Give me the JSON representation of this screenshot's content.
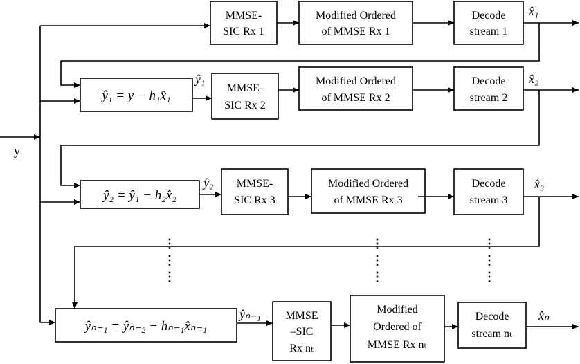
{
  "input_label": "y",
  "rows": [
    {
      "subtract_eq": "",
      "sic_lines": [
        "MMSE-",
        "SIC Rx 1"
      ],
      "order_lines": [
        "Modified Ordered",
        "of MMSE Rx 1"
      ],
      "decode_lines": [
        "Decode",
        "stream 1"
      ],
      "out_label": "x̂₁",
      "y_label": ""
    },
    {
      "subtract_eq": "ŷ₁ = y − h₁x̂₁",
      "sic_lines": [
        "MMSE-",
        "SIC Rx 2"
      ],
      "order_lines": [
        "Modified Ordered",
        "of MMSE Rx 2"
      ],
      "decode_lines": [
        "Decode",
        "stream 2"
      ],
      "out_label": "x̂₂",
      "y_label": "ŷ₁"
    },
    {
      "subtract_eq": "ŷ₂ = ŷ₁ − h₂x̂₂",
      "sic_lines": [
        "MMSE-",
        "SIC Rx 3"
      ],
      "order_lines": [
        "Modified Ordered",
        "of MMSE Rx 3"
      ],
      "decode_lines": [
        "Decode",
        "stream 3"
      ],
      "out_label": "x̂₃",
      "y_label": "ŷ₂"
    },
    {
      "subtract_eq": "ŷₙ₋₁ = ŷₙ₋₂ − hₙ₋₁x̂ₙ₋₁",
      "sic_lines": [
        "MMSE",
        "–SIC",
        "Rx nₜ"
      ],
      "order_lines": [
        "Modified",
        "Ordered of",
        "MMSE Rx nₜ"
      ],
      "decode_lines": [
        "Decode",
        "stream nₜ"
      ],
      "out_label": "x̂ₙ",
      "y_label": "ŷₙ₋₁"
    }
  ],
  "ellipsis": "⋮"
}
